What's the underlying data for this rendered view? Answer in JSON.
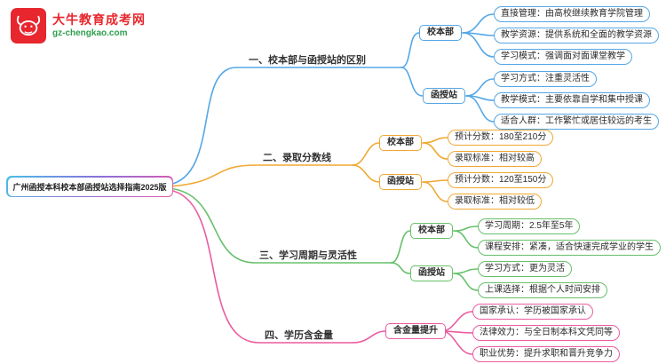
{
  "logo": {
    "site_name": "大牛教育成考网",
    "site_url": "gz-chengkao.com",
    "brand_red": "#e8262d",
    "brand_green": "#2e9e4f"
  },
  "root": {
    "label": "广州函授本科校本部函授站选择指南2025版"
  },
  "branches": [
    {
      "label": "一、校本部与函授站的区别",
      "color": "#55a7e6",
      "groups": [
        {
          "label": "校本部",
          "leaves": [
            "直接管理：由高校继续教育学院管理",
            "教学资源：提供系统和全面的教学资源",
            "学习模式：强调面对面课堂教学"
          ]
        },
        {
          "label": "函授站",
          "leaves": [
            "学习方式：注重灵活性",
            "教学模式：主要依靠自学和集中授课",
            "适合人群：工作繁忙或居住较远的考生"
          ]
        }
      ]
    },
    {
      "label": "二、录取分数线",
      "color": "#f0a832",
      "groups": [
        {
          "label": "校本部",
          "leaves": [
            "预计分数：180至210分",
            "录取标准：相对较高"
          ]
        },
        {
          "label": "函授站",
          "leaves": [
            "预计分数：120至150分",
            "录取标准：相对较低"
          ]
        }
      ]
    },
    {
      "label": "三、学习周期与灵活性",
      "color": "#66c06a",
      "groups": [
        {
          "label": "校本部",
          "leaves": [
            "学习周期：2.5年至5年",
            "课程安排：紧凑，适合快速完成学业的学生"
          ]
        },
        {
          "label": "函授站",
          "leaves": [
            "学习方式：更为灵活",
            "上课选择：根据个人时间安排"
          ]
        }
      ]
    },
    {
      "label": "四、学历含金量",
      "color": "#ea5c9f",
      "groups": [
        {
          "label": "含金量提升",
          "leaves": [
            "国家承认：学历被国家承认",
            "法律效力：与全日制本科文凭同等",
            "职业优势：提升求职和晋升竞争力"
          ]
        }
      ]
    }
  ]
}
